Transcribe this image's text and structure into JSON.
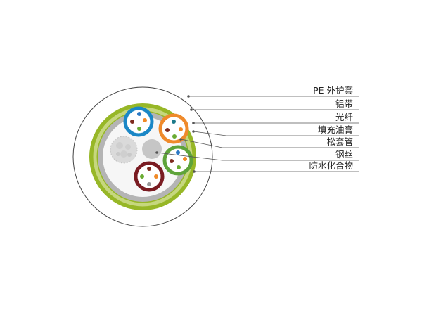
{
  "labels": [
    {
      "key": "pe_sheath",
      "text": "PE 外护套"
    },
    {
      "key": "aluminum_tape",
      "text": "铝带"
    },
    {
      "key": "optical_fiber",
      "text": "光纤"
    },
    {
      "key": "filling_gel",
      "text": "填充油膏"
    },
    {
      "key": "loose_tube",
      "text": "松套管"
    },
    {
      "key": "steel_wire",
      "text": "钢丝"
    },
    {
      "key": "water_blocking",
      "text": "防水化合物"
    }
  ],
  "colors": {
    "outer_sheath_line": "#444444",
    "armor_green": "#97b727",
    "armor_light": "#c6d77e",
    "aluminum_gray": "#b4b4b4",
    "core_fill": "#f6f6f6",
    "central_member": "#c6c6c6",
    "filler_gray": "#d2d2d2",
    "tube_blue": "#1a87c6",
    "tube_orange": "#ef8a2b",
    "tube_green": "#5ea33a",
    "tube_maroon": "#7a1c22",
    "fiber_blue": "#2b78c4",
    "fiber_orange": "#f08a28",
    "fiber_green": "#6aab32",
    "fiber_brown": "#7e2a1e",
    "fiber_gray": "#9a9a9a",
    "fiber_teal": "#1d7a8a"
  }
}
